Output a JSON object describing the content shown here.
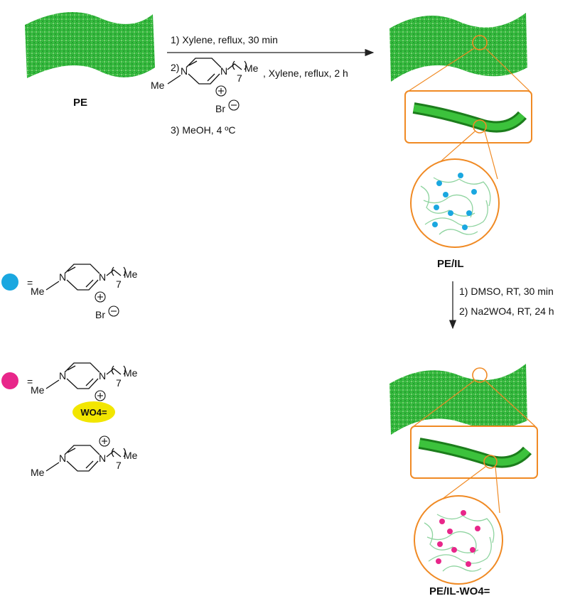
{
  "labels": {
    "pe": "PE",
    "pe_il": "PE/IL",
    "pe_il_wo4": "PE/IL-WO4=",
    "wo4": "WO4="
  },
  "step1": {
    "line1": "1) Xylene, reflux, 30 min",
    "line2_num": "2)",
    "line2_cond": ", Xylene, reflux, 2 h",
    "line3": "3) MeOH, 4 ºC"
  },
  "step2": {
    "line1": "1) DMSO, RT, 30 min",
    "line2": "2) Na2WO4, RT, 24 h"
  },
  "molecule": {
    "me": "Me",
    "n": "N",
    "chain_me": "Me",
    "subscript": "7",
    "counter_br": "Br",
    "equals": "="
  },
  "legend": {
    "blue_dot_color": "#1aa7e0",
    "pink_dot_color": "#e8268a"
  },
  "colors": {
    "fiber_green": "#2fb33a",
    "fiber_dark": "#1b8a22",
    "orange": "#f08a24",
    "strand": "#8fd4a0"
  }
}
